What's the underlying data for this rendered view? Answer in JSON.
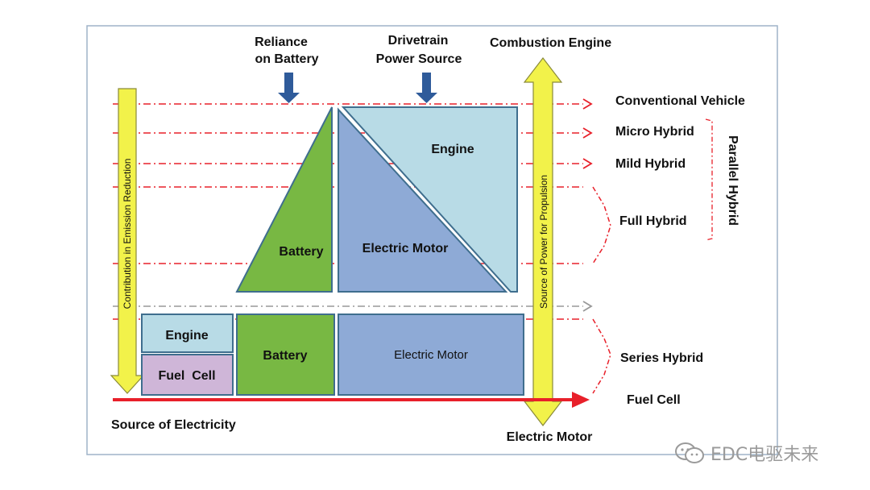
{
  "top_labels": {
    "reliance": [
      "Reliance",
      "on Battery"
    ],
    "drivetrain": [
      "Drivetrain",
      "Power Source"
    ],
    "combustion": "Combustion Engine"
  },
  "vehicle_types": {
    "conventional": "Conventional Vehicle",
    "micro": "Micro Hybrid",
    "mild": "Mild Hybrid",
    "full": "Full Hybrid",
    "series": "Series Hybrid",
    "fuel_cell": "Fuel Cell"
  },
  "group_label": "Parallel Hybrid",
  "upper_blocks": {
    "battery": "Battery",
    "engine": "Engine",
    "electric_motor": "Electric Motor"
  },
  "lower_blocks": {
    "engine": "Engine",
    "fuel_cell": "Fuel  Cell",
    "battery": "Battery",
    "electric_motor": "Electric Motor"
  },
  "axes": {
    "left": "Contribution in Emission Reduction",
    "middle": "Source of Power for Propulsion",
    "bottom": "Source of Electricity",
    "middle_bottom": "Electric Motor"
  },
  "watermark": "EDC电驱未来",
  "colors": {
    "battery_green": "#78b843",
    "engine_lightblue": "#b8dbe6",
    "motor_blue": "#8eaad6",
    "fuelcell_purple": "#cfb6d8",
    "arrow_yellow": "#f2f24a",
    "line_red": "#e8202a",
    "arrow_blue": "#2f5b9a"
  }
}
